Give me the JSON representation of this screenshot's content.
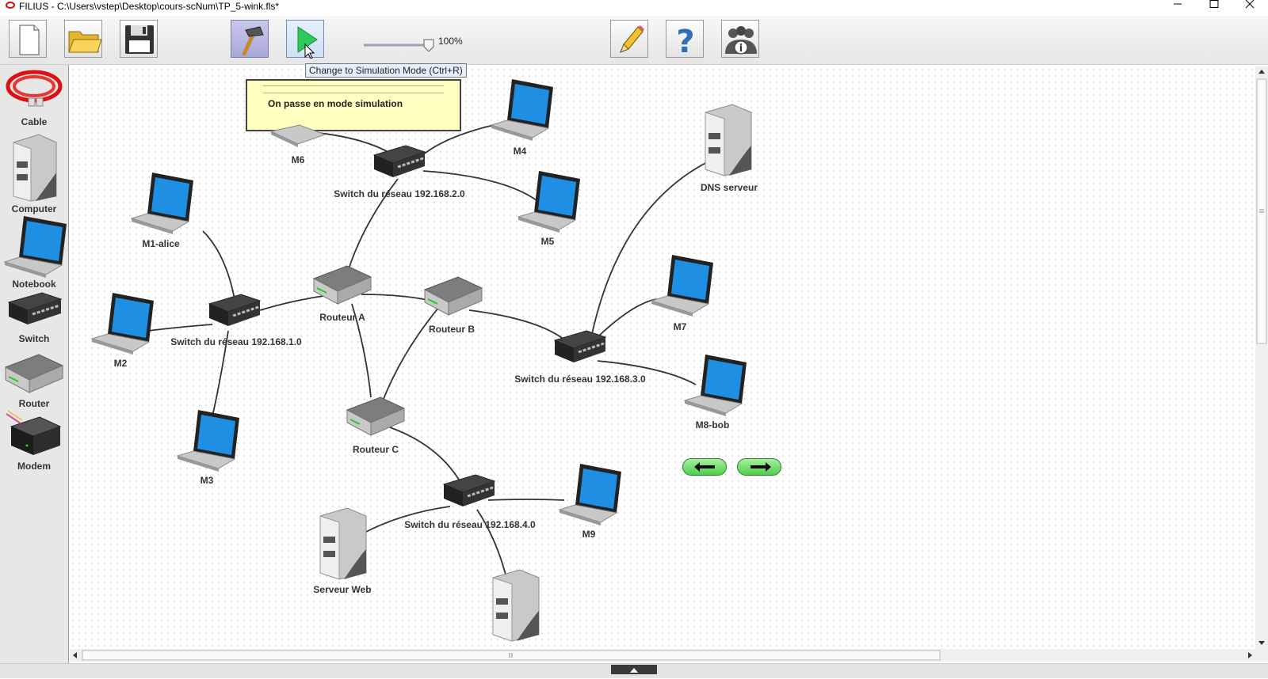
{
  "window": {
    "title": "FILIUS - C:\\Users\\vstep\\Desktop\\cours-scNum\\TP_5-wink.fls*"
  },
  "toolbar": {
    "zoom_label": "100%",
    "zoom_percent": 100,
    "tooltip": "Change to Simulation Mode (Ctrl+R)"
  },
  "palette": {
    "cable": "Cable",
    "computer": "Computer",
    "notebook": "Notebook",
    "switch": "Switch",
    "router": "Router",
    "modem": "Modem"
  },
  "note": {
    "text": "On passe en mode simulation"
  },
  "nodes": {
    "m6": "M6",
    "m4": "M4",
    "switch2": "Switch du réseau 192.168.2.0",
    "m5": "M5",
    "m1": "M1-alice",
    "dns": "DNS serveur",
    "routerA": "Routeur A",
    "routerB": "Routeur B",
    "m7": "M7",
    "m2": "M2",
    "switch1": "Switch du réseau 192.168.1.0",
    "switch3": "Switch du réseau 192.168.3.0",
    "m8": "M8-bob",
    "routerC": "Routeur C",
    "m3": "M3",
    "switch4": "Switch du réseau 192.168.4.0",
    "m9": "M9",
    "web": "Serveur Web"
  },
  "icons": {
    "back": "arrow-left-icon",
    "forward": "arrow-right-icon"
  },
  "colors": {
    "note_bg": "#ffffc0",
    "nav_green": "#4fcf4a",
    "play_green": "#2ec95a"
  }
}
